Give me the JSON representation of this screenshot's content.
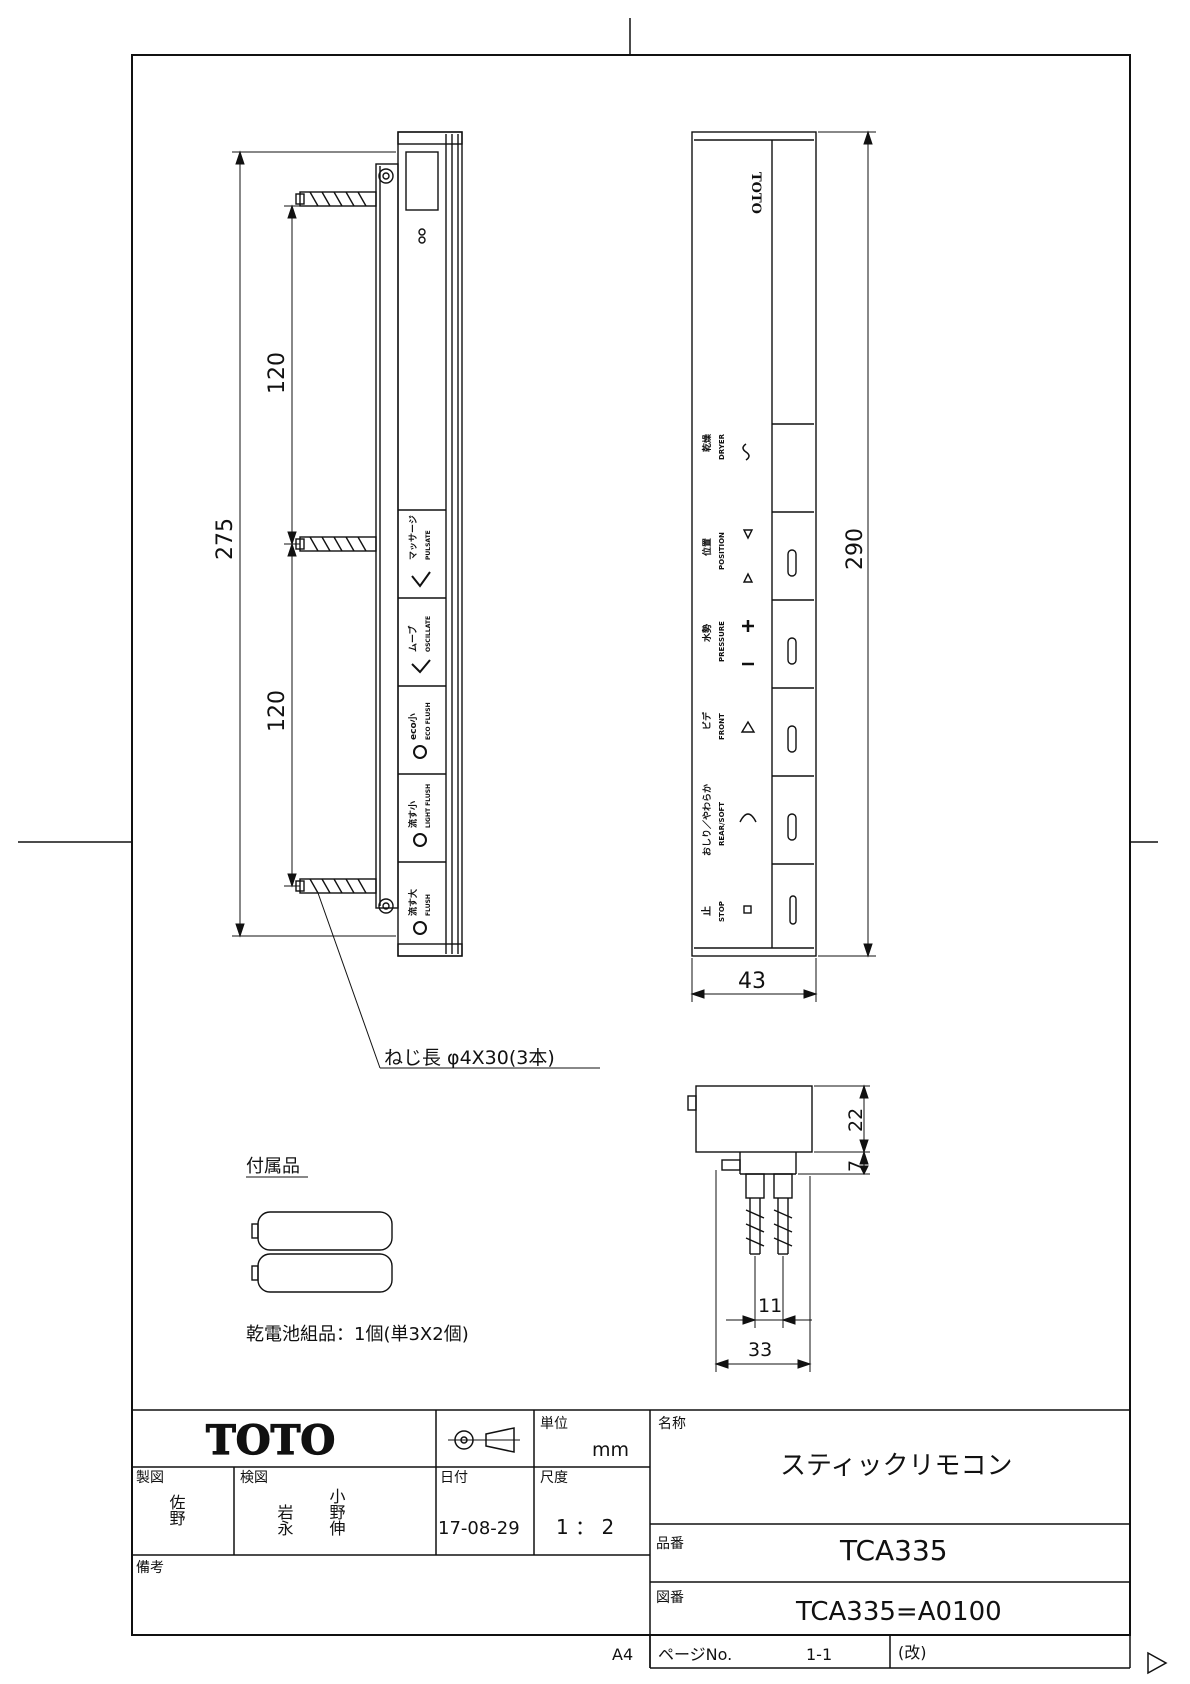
{
  "dimensions": {
    "side_total": "275",
    "side_upper": "120",
    "side_lower": "120",
    "front_height": "290",
    "front_width": "43",
    "bottom_depth": "22",
    "bottom_stub": "7",
    "bottom_pitch": "11",
    "bottom_width": "33"
  },
  "screw_note": "ねじ長 φ4X30(3本)",
  "accessories": {
    "heading": "付属品",
    "battery_note": "乾電池組品：1個(単3X2個)"
  },
  "side_panel_labels": [
    {
      "jp": "マッサージ",
      "en": "PULSATE"
    },
    {
      "jp": "ムーブ",
      "en": "OSCILLATE"
    },
    {
      "jp": "eco小",
      "en": "ECO FLUSH"
    },
    {
      "jp": "流す小",
      "en": "LIGHT FLUSH"
    },
    {
      "jp": "流す大",
      "en": "FLUSH"
    }
  ],
  "front_panel": {
    "brand": "TOTO",
    "buttons": [
      {
        "jp": "乾燥",
        "en": "DRYER"
      },
      {
        "jp": "位置",
        "en": "POSITION"
      },
      {
        "jp": "水勢",
        "en": "PRESSURE"
      },
      {
        "jp": "ビデ",
        "en": "FRONT"
      },
      {
        "jp": "おしり／やわらか",
        "en": "REAR/SOFT"
      },
      {
        "jp": "止",
        "en": "STOP"
      }
    ]
  },
  "title_block": {
    "logo": "TOTO",
    "unit_label": "単位",
    "unit_value": "mm",
    "name_label": "名称",
    "name_value": "スティックリモコン",
    "drawn_label": "製図",
    "drawn_value": "佐野",
    "checked_label": "検図",
    "checked_value_1": "岩永",
    "checked_value_2": "小野伸",
    "date_label": "日付",
    "date_value": "17-08-29",
    "scale_label": "尺度",
    "scale_value": "1 ： 2",
    "part_label": "品番",
    "part_value": "TCA335",
    "drawing_label": "図番",
    "drawing_value": "TCA335=A0100",
    "remarks_label": "備考",
    "paper_size": "A4",
    "page_label": "ページNo.",
    "page_value": "1-1",
    "revision_label": "(改)"
  }
}
